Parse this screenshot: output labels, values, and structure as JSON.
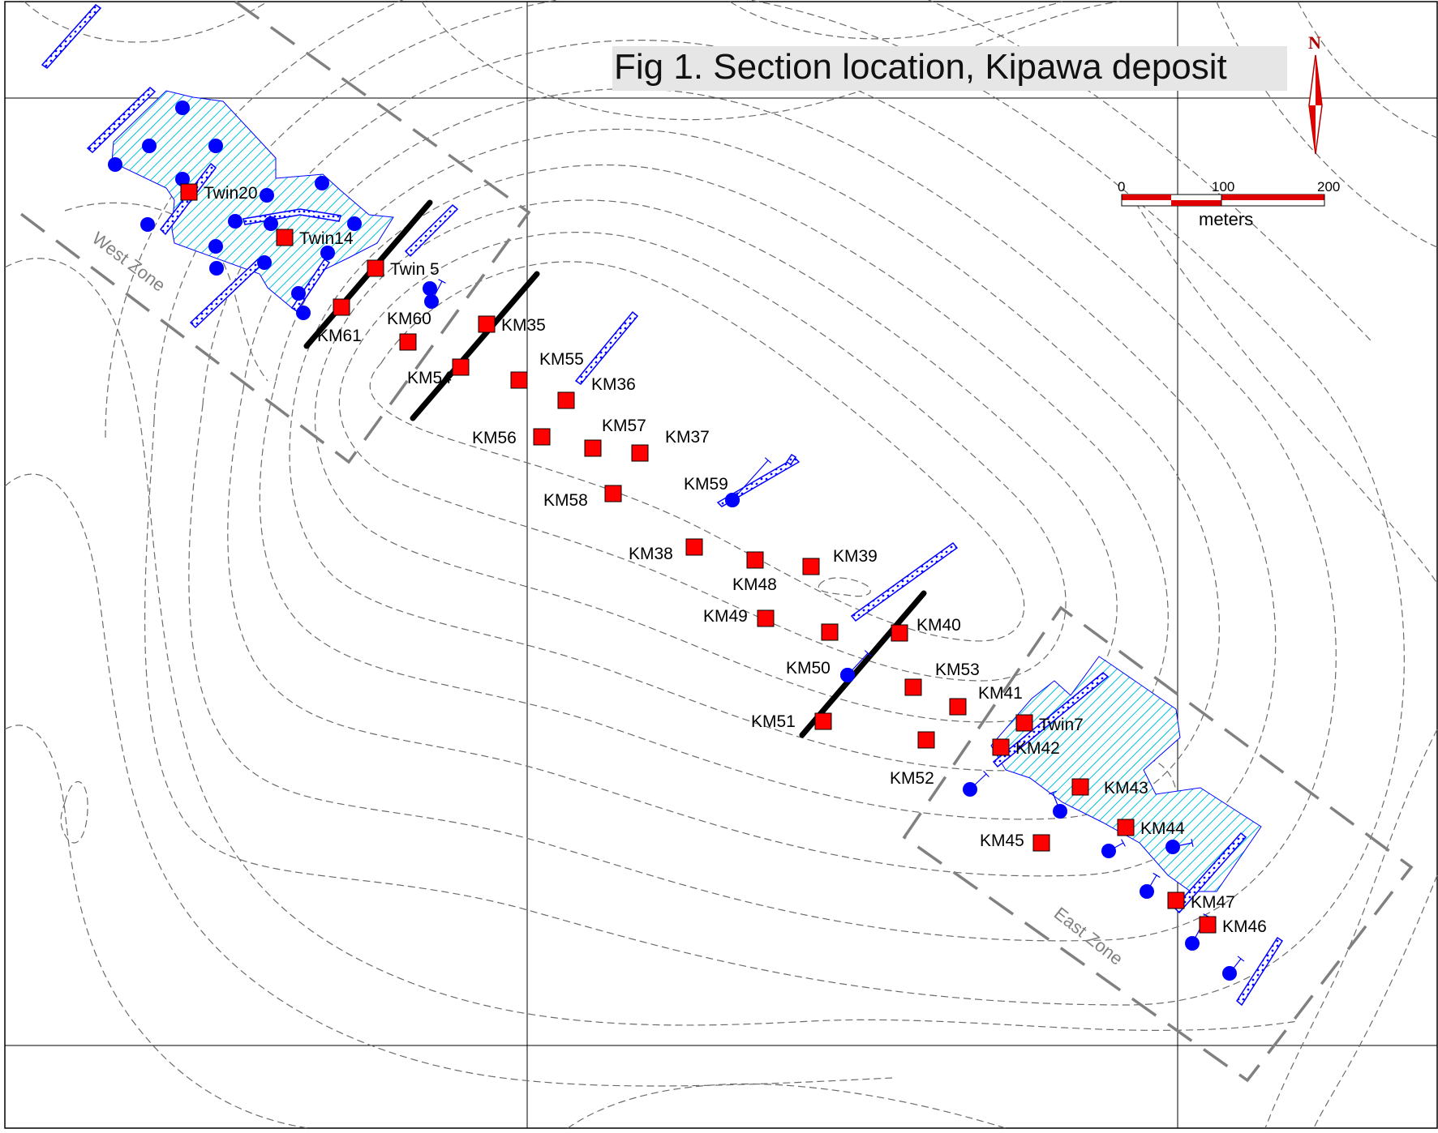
{
  "title": "Fig 1. Section location, Kipawa deposit",
  "north_label": "N",
  "scale": {
    "ticks": [
      "0",
      "100",
      "200"
    ],
    "unit": "meters"
  },
  "zones": [
    {
      "id": "west",
      "label": "West Zone"
    },
    {
      "id": "east",
      "label": "East Zone"
    }
  ],
  "colors": {
    "drill_hole_square": "#ff0000",
    "drill_hole_circle": "#0000ff",
    "ore_zone_hatch": "#00c0e0",
    "section_line": "#000000",
    "zone_outline": "#808080",
    "contour": "#6b6b6b"
  },
  "drill_holes": [
    {
      "label": "Twin20"
    },
    {
      "label": "Twin14"
    },
    {
      "label": "Twin 5"
    },
    {
      "label": "KM61"
    },
    {
      "label": "KM60"
    },
    {
      "label": "KM35"
    },
    {
      "label": "KM54"
    },
    {
      "label": "KM55"
    },
    {
      "label": "KM36"
    },
    {
      "label": "KM56"
    },
    {
      "label": "KM57"
    },
    {
      "label": "KM37"
    },
    {
      "label": "KM58"
    },
    {
      "label": "KM59"
    },
    {
      "label": "KM38"
    },
    {
      "label": "KM48"
    },
    {
      "label": "KM39"
    },
    {
      "label": "KM49"
    },
    {
      "label": "KM40"
    },
    {
      "label": "KM50"
    },
    {
      "label": "KM53"
    },
    {
      "label": "KM41"
    },
    {
      "label": "Twin7"
    },
    {
      "label": "KM51"
    },
    {
      "label": "KM42"
    },
    {
      "label": "KM52"
    },
    {
      "label": "KM43"
    },
    {
      "label": "KM44"
    },
    {
      "label": "KM45"
    },
    {
      "label": "KM47"
    },
    {
      "label": "KM46"
    }
  ]
}
